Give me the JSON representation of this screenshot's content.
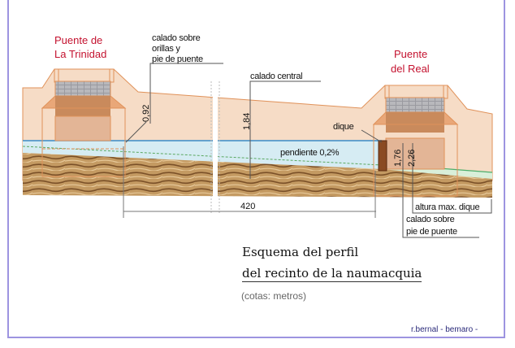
{
  "labels": {
    "bridge_left": [
      "Puente de",
      "La Trinidad"
    ],
    "bridge_right": [
      "Puente",
      "del Real"
    ],
    "calado_orillas": [
      "calado sobre",
      "orillas y",
      "pie de puente"
    ],
    "calado_central": "calado central",
    "dique": "dique",
    "pendiente": "pendiente 0,2%",
    "altura_max_dique": "altura max. dique",
    "calado_pie": [
      "calado sobre",
      "pie de puente"
    ]
  },
  "dimensions": {
    "orillas": "0,92",
    "central": "1,84",
    "dique": "1,76",
    "pie_puente": "2,26",
    "length": "420"
  },
  "caption": {
    "title_line1": "Esquema del perfil",
    "title_line2": "del recinto de la naumacquia",
    "units": "(cotas: metros)",
    "credit": "r.bernal - bemaro -"
  },
  "colors": {
    "bridge_label": "#c4122f",
    "terrain": "#f6dcc6",
    "water": "#d6ecf3",
    "water_line": "#3a8cc8",
    "soil": "#b98c55",
    "frame": "#9d94e0"
  }
}
